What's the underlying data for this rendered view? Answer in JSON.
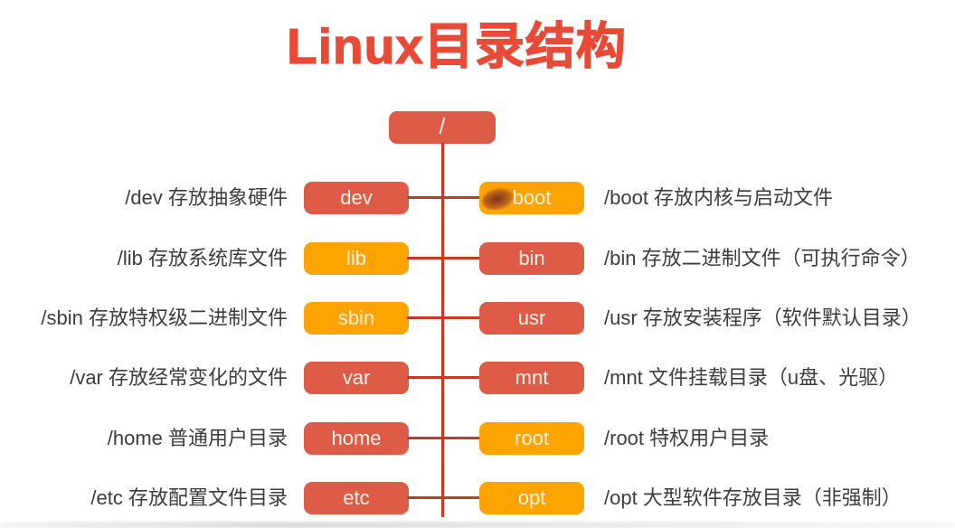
{
  "title": "Linux目录结构",
  "colors": {
    "red_box": "#dd5b47",
    "orange_box": "#fda402",
    "line": "#c23b22",
    "title_red": "#e84a38",
    "desc_text": "#3d3d3d"
  },
  "tree": {
    "root_label": "/",
    "rows": [
      {
        "left": {
          "label": "dev",
          "color": "red",
          "desc": "/dev 存放抽象硬件"
        },
        "right": {
          "label": "boot",
          "color": "orange",
          "desc": "/boot 存放内核与启动文件"
        }
      },
      {
        "left": {
          "label": "lib",
          "color": "orange",
          "desc": "/lib 存放系统库文件"
        },
        "right": {
          "label": "bin",
          "color": "red",
          "desc": "/bin 存放二进制文件（可执行命令）"
        }
      },
      {
        "left": {
          "label": "sbin",
          "color": "orange",
          "desc": "/sbin 存放特权级二进制文件"
        },
        "right": {
          "label": "usr",
          "color": "red",
          "desc": "/usr 存放安装程序（软件默认目录）"
        }
      },
      {
        "left": {
          "label": "var",
          "color": "red",
          "desc": "/var 存放经常变化的文件"
        },
        "right": {
          "label": "mnt",
          "color": "red",
          "desc": "/mnt 文件挂载目录（u盘、光驱）"
        }
      },
      {
        "left": {
          "label": "home",
          "color": "red",
          "desc": "/home 普通用户目录"
        },
        "right": {
          "label": "root",
          "color": "orange",
          "desc": "/root 特权用户目录"
        }
      },
      {
        "left": {
          "label": "etc",
          "color": "red",
          "desc": "/etc 存放配置文件目录"
        },
        "right": {
          "label": "opt",
          "color": "orange",
          "desc": "/opt 大型软件存放目录（非强制）"
        }
      }
    ]
  }
}
